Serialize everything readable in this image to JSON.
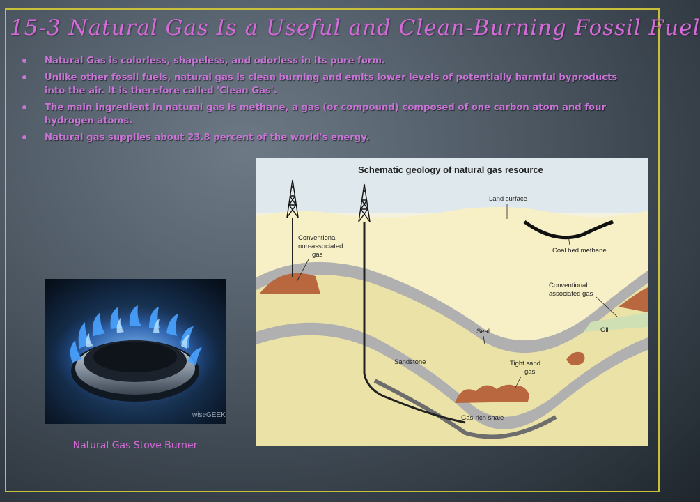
{
  "slide": {
    "title": "15-3 Natural Gas Is a Useful and Clean-Burning Fossil Fuel",
    "bullets": [
      "Natural Gas is colorless, shapeless, and odorless in its pure form.",
      "Unlike other fossil fuels, natural gas is clean burning and emits lower levels of potentially harmful byproducts into the air. It is therefore called 'Clean Gas'.",
      "The main ingredient in natural gas is methane, a gas (or compound) composed of one carbon atom and four hydrogen atoms.",
      "Natural gas supplies about 23.8 percent of the world's energy."
    ],
    "photo_caption": "Natural Gas Stove Burner",
    "photo_watermark": "wiseGEEK"
  },
  "diagram": {
    "title": "Schematic geology of natural gas resource",
    "labels": {
      "land_surface": "Land surface",
      "conventional_nonassoc_1": "Conventional",
      "conventional_nonassoc_2": "non-associated",
      "conventional_nonassoc_3": "gas",
      "coal_bed": "Coal bed methane",
      "conventional_assoc_1": "Conventional",
      "conventional_assoc_2": "associated gas",
      "oil": "Oil",
      "seal": "Seal",
      "sandstone": "Sandstone",
      "tight_sand_1": "Tight sand",
      "tight_sand_2": "gas",
      "shale": "Gas-rich shale"
    }
  },
  "colors": {
    "frame": "#c8bf3a",
    "text_accent": "#d56bd8",
    "sky": "#dfe8ec",
    "land": "#f7efc5",
    "seal_layer": "#b0b0b0",
    "sandstone": "#ebe2a8",
    "gas_deposit": "#b8673e"
  }
}
